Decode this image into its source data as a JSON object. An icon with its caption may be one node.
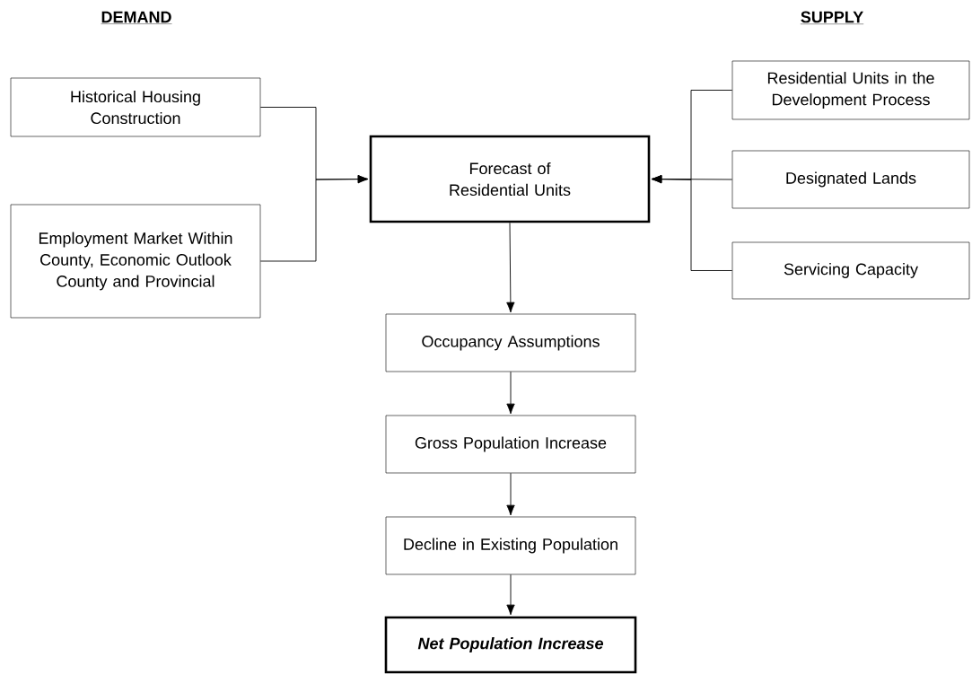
{
  "diagram": {
    "nodes": [
      {
        "text": [
          "Historical Housing Construction"
        ]
      },
      {
        "text": [
          "Employment Market Within County, Economic Outlook County and Provincial"
        ]
      },
      {
        "text": [
          "Forecast of Residential Units"
        ]
      },
      {
        "text": [
          "Residential Units in the Development Process"
        ]
      },
      {
        "text": [
          "Designated Lands"
        ]
      },
      {
        "text": [
          "Servicing Capacity"
        ]
      },
      {
        "text": [
          "Occupancy Assumptions"
        ]
      },
      {
        "text": [
          "Gross Population Increase"
        ]
      },
      {
        "text": [
          "Decline in Existing Population"
        ]
      },
      {
        "text": [
          "Net Population Increase"
        ]
      }
    ],
    "edges": [
      {
        "from": 0,
        "to": 2,
        "arrow": "to"
      },
      {
        "from": 1,
        "to": 2,
        "arrow": "to"
      },
      {
        "from": 3,
        "to": 2,
        "arrow": "to"
      },
      {
        "from": 4,
        "to": 2,
        "arrow": "to"
      },
      {
        "from": 5,
        "to": 2,
        "arrow": "to"
      },
      {
        "from": 2,
        "to": 6,
        "arrow": "to"
      },
      {
        "from": 6,
        "to": 7,
        "arrow": "to"
      },
      {
        "from": 7,
        "to": 8,
        "arrow": "to"
      },
      {
        "from": 8,
        "to": 9,
        "arrow": "to"
      }
    ],
    "labels": [
      "DEMAND",
      "SUPPLY"
    ]
  }
}
